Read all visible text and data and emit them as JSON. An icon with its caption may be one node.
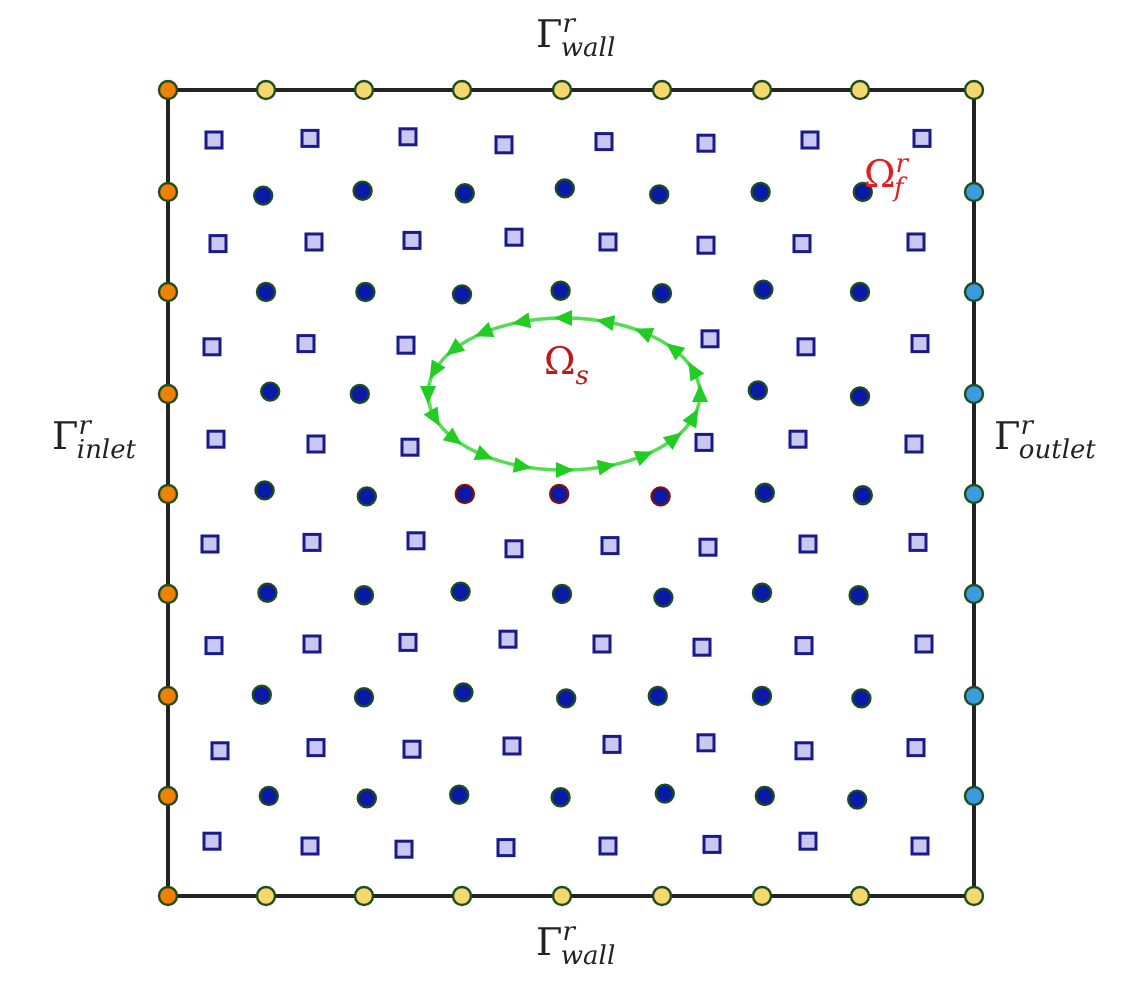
{
  "diagram": {
    "labels": [
      "Γ$^{r}$$_{wall}$",
      "Ω$^{r}$$_{f}$",
      "Ω$_{s}$",
      "Γ$^{r}$$_{inlet}$",
      "Γ$^{r}$$_{outlet}$",
      "Γ$^{r}$$_{wall}$"
    ]
  }
}
